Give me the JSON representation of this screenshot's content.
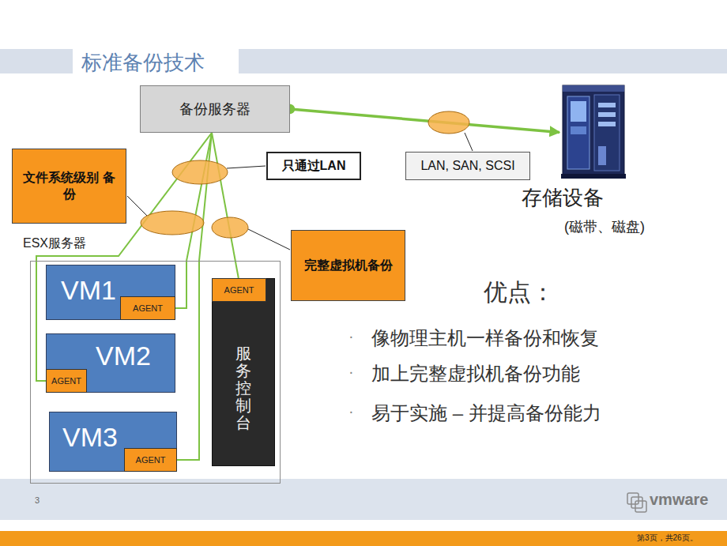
{
  "diagram": {
    "title": "标准备份技术",
    "nodes": [
      {
        "text": [
          "备份服务器"
        ]
      },
      {
        "text": [
          "存储设备",
          "(磁带、磁盘)"
        ]
      },
      {
        "text": [
          "只通过LAN"
        ]
      },
      {
        "text": [
          "LAN, SAN, SCSI"
        ]
      },
      {
        "text": [
          "文件系统级别 备份"
        ]
      },
      {
        "text": [
          "完整虚拟机备份"
        ]
      },
      {
        "text": [
          "ESX服务器"
        ]
      },
      {
        "text": [
          "VM1"
        ],
        "in": 6
      },
      {
        "text": [
          "AGENT"
        ],
        "in": 7
      },
      {
        "text": [
          "服务控制台"
        ],
        "in": 6
      },
      {
        "text": [
          "AGENT"
        ],
        "in": 9
      },
      {
        "text": [
          "VM2"
        ],
        "in": 6
      },
      {
        "text": [
          "AGENT"
        ],
        "in": 11
      },
      {
        "text": [
          "VM3"
        ],
        "in": 6
      },
      {
        "text": [
          "AGENT"
        ],
        "in": 13
      }
    ],
    "edges": [
      {
        "from": 0,
        "to": 1,
        "arrow": "to"
      },
      {
        "from": 0,
        "to": 8,
        "arrow": "none"
      },
      {
        "from": 0,
        "to": 10,
        "arrow": "none"
      },
      {
        "from": 0,
        "to": 12,
        "arrow": "none"
      },
      {
        "from": 0,
        "to": 14,
        "arrow": "none"
      }
    ],
    "labels": [
      "优点：",
      "·",
      "像物理主机一样备份和恢复",
      "·",
      "加上完整虚拟机备份功能",
      "·",
      "易于实施 – 并提高备份能力",
      "3",
      "vmware",
      "第3页，共26页。"
    ]
  }
}
